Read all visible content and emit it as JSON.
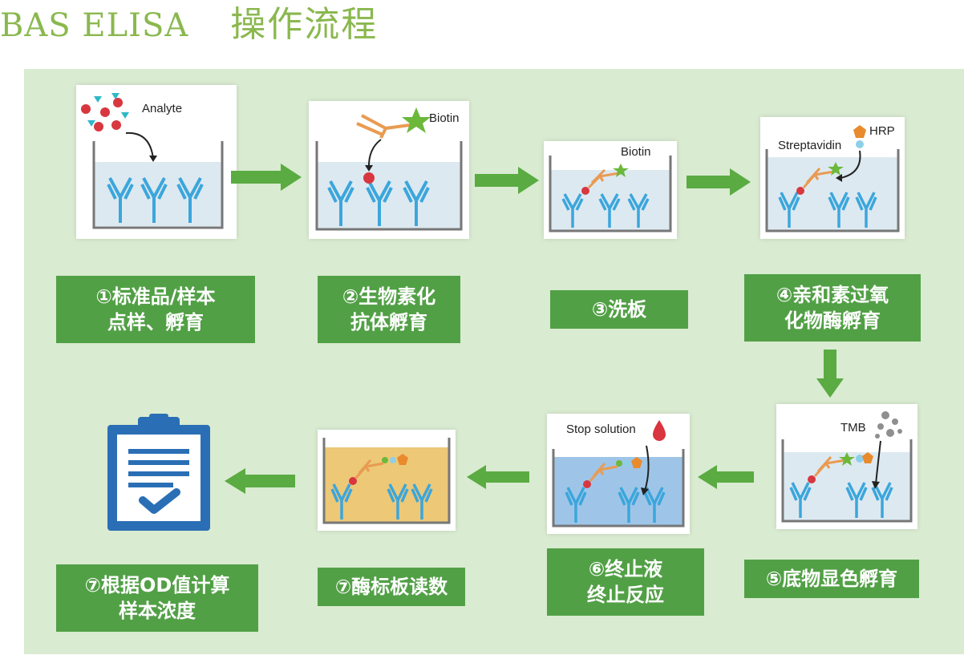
{
  "title": {
    "latin": "BAS ELISA",
    "cjk": "操作流程"
  },
  "steps": [
    {
      "lines": [
        "①标准品/样本",
        "点样、孵育"
      ],
      "reagents": [
        "Analyte"
      ]
    },
    {
      "lines": [
        "②生物素化",
        "抗体孵育"
      ],
      "reagents": [
        "Biotin"
      ]
    },
    {
      "lines": [
        "③洗板"
      ],
      "reagents": [
        "Biotin"
      ]
    },
    {
      "lines": [
        "④亲和素过氧",
        "化物酶孵育"
      ],
      "reagents": [
        "Streptavidin",
        "HRP"
      ]
    },
    {
      "lines": [
        "⑤底物显色孵育"
      ],
      "reagents": [
        "TMB"
      ]
    },
    {
      "lines": [
        "⑥终止液",
        "终止反应"
      ],
      "reagents": [
        "Stop solution"
      ]
    },
    {
      "lines": [
        "⑦酶标板读数"
      ],
      "reagents": []
    },
    {
      "lines": [
        "⑦根据OD值计算",
        "样本浓度"
      ],
      "reagents": []
    }
  ],
  "colors": {
    "panel": "#d9ebd1",
    "label_bg": "#52a046",
    "arrow": "#5aab42",
    "antibody": "#3ba6dc",
    "analyte_red": "#d8373f",
    "analyte_cyan": "#2eb8c8",
    "biotin_star": "#6cb83b",
    "detect_antibody": "#e99b52",
    "hrp": "#e98a2c",
    "tmb_dots": "#8f8f8f",
    "stop_drop": "#d9343f",
    "well_liquid": "#dde9f1",
    "stopped_liquid": "#9ec5e8",
    "colored_liquid": "#ecc877",
    "clipboard": "#2a6fb5"
  },
  "icons": [
    "clipboard-check-icon"
  ]
}
